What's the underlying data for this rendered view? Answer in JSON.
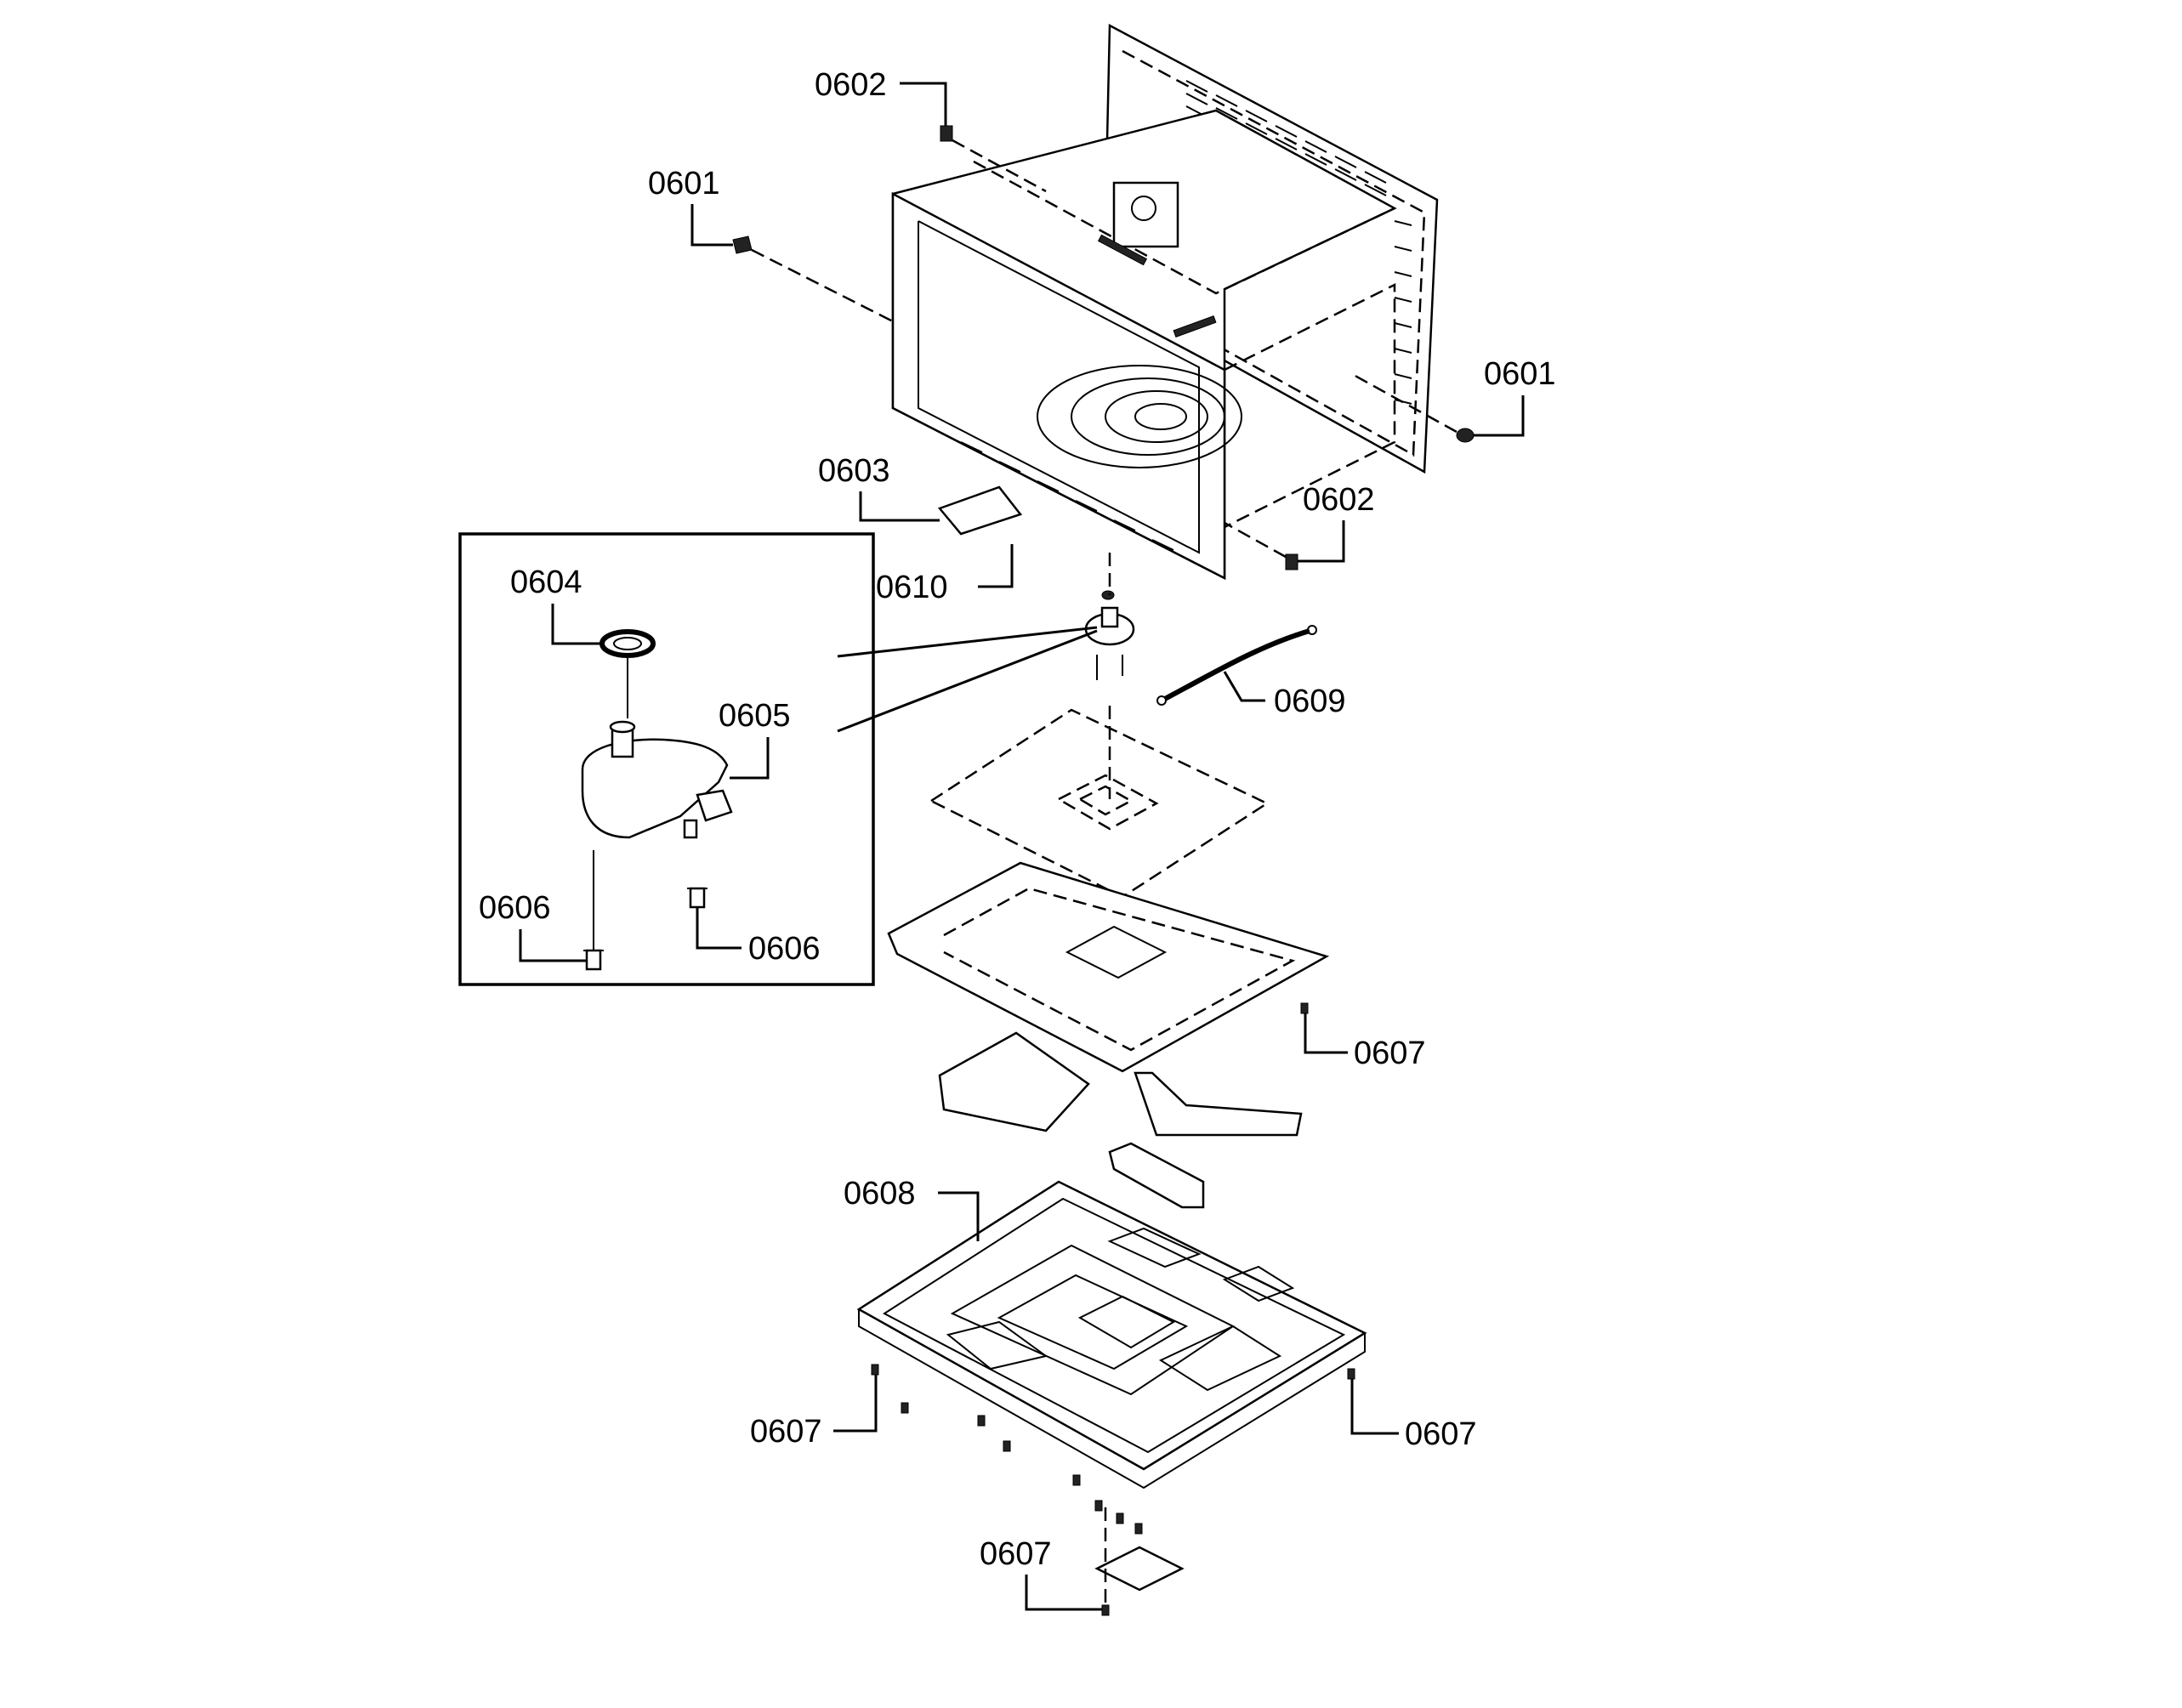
{
  "labels": {
    "l0602_top": "0602",
    "l0601_left": "0601",
    "l0601_right": "0601",
    "l0603": "0603",
    "l0602_mid": "0602",
    "l0610": "0610",
    "l0604": "0604",
    "l0605": "0605",
    "l0609": "0609",
    "l0606_left": "0606",
    "l0606_right": "0606",
    "l0607_mid": "0607",
    "l0608": "0608",
    "l0607_left": "0607",
    "l0607_right": "0607",
    "l0607_bottom": "0607"
  }
}
